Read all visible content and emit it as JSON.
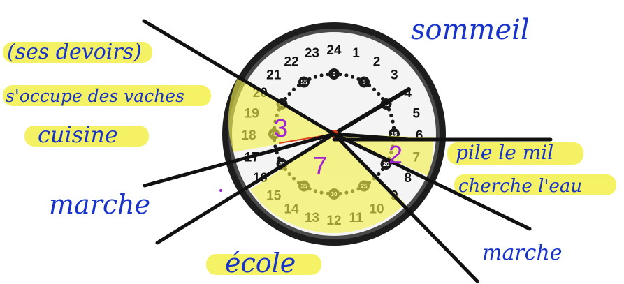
{
  "labels": {
    "devoirs": "(ses devoirs)",
    "vaches": "s'occupe des vaches",
    "cuisine": "cuisine",
    "sommeil": "sommeil",
    "marche_left": "marche",
    "ecole": "école",
    "mil": "pile le mil",
    "eau": "cherche l'eau",
    "marche_right": "marche"
  },
  "slice_numbers": {
    "left": "3",
    "bottom": "7",
    "right": "2"
  },
  "clock": {
    "hours": [
      "24",
      "1",
      "2",
      "3",
      "4",
      "5",
      "6",
      "7",
      "8",
      "9",
      "10",
      "11",
      "12",
      "13",
      "14",
      "15",
      "16",
      "17",
      "18",
      "19",
      "20",
      "21",
      "22",
      "23"
    ],
    "minutes": [
      "0",
      "5",
      "10",
      "15",
      "20",
      "25",
      "30",
      "35",
      "40",
      "45",
      "50",
      "55"
    ]
  },
  "colors": {
    "highlight": "#f3f04a",
    "ink": "#1733c9",
    "slice_number": "#a21fd6",
    "bezel": "#1d1d1d"
  }
}
